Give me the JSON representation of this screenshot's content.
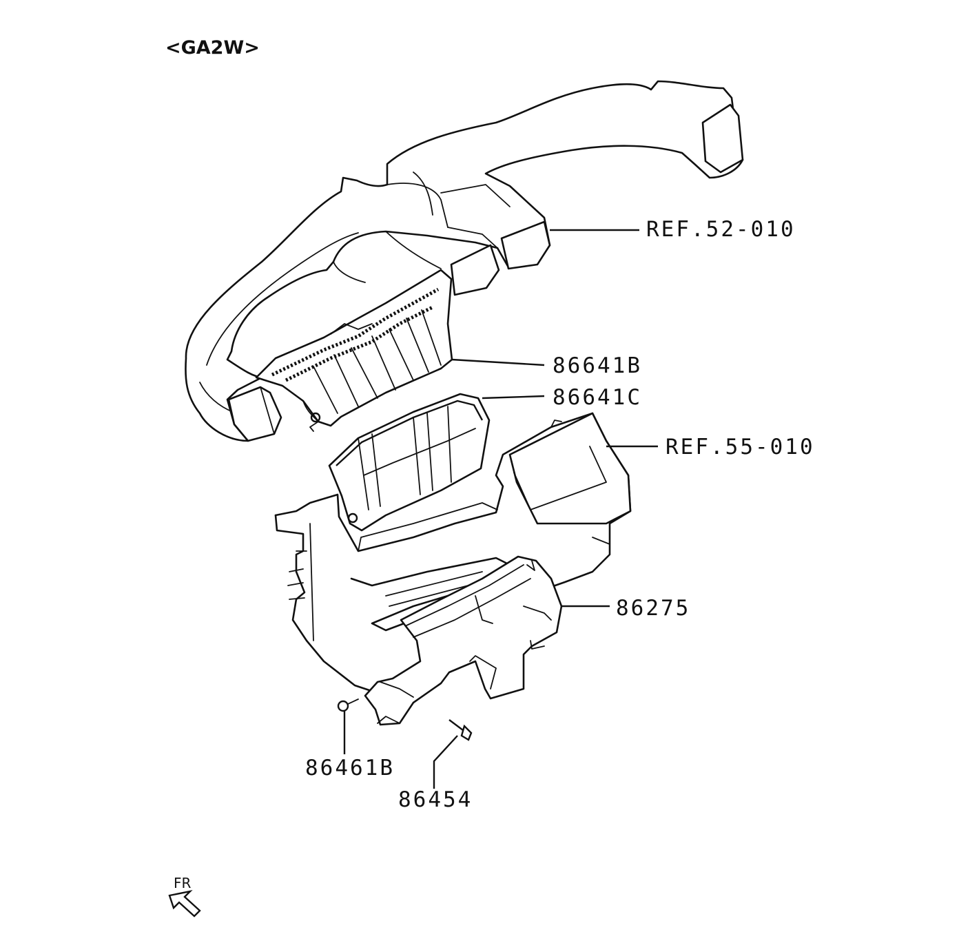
{
  "diagram": {
    "title": "<GA2W>",
    "orientation_label": "FR",
    "callouts": [
      {
        "id": "ref-52-010",
        "text": "REF.52-010",
        "part": "instrument panel duct"
      },
      {
        "id": "86641b",
        "text": "86641B",
        "part": "upper duct seal"
      },
      {
        "id": "86641c",
        "text": "86641C",
        "part": "lower duct seal"
      },
      {
        "id": "ref-55-010",
        "text": "REF.55-010",
        "part": "heater unit"
      },
      {
        "id": "86275",
        "text": "86275",
        "part": "foot duct"
      },
      {
        "id": "86461b",
        "text": "86461B",
        "part": "clip"
      },
      {
        "id": "86454",
        "text": "86454",
        "part": "screw"
      }
    ]
  }
}
